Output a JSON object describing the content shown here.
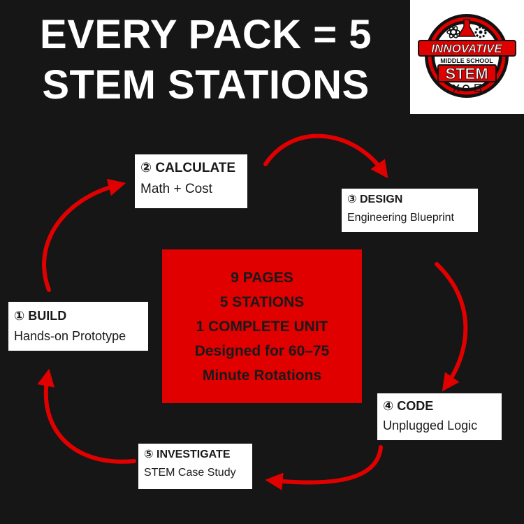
{
  "headline": {
    "line1": "EVERY PACK = 5",
    "line2": "STEM STATIONS"
  },
  "logo": {
    "brand_top": "INNOVATIVE",
    "brand_middle": "MIDDLE SCHOOL",
    "brand_bottom": "STEM"
  },
  "stations": [
    {
      "number": "①",
      "title": "BUILD",
      "subtitle": "Hands-on Prototype"
    },
    {
      "number": "②",
      "title": "CALCULATE",
      "subtitle": "Math + Cost"
    },
    {
      "number": "③",
      "title": "DESIGN",
      "subtitle": "Engineering Blueprint"
    },
    {
      "number": "④",
      "title": "CODE",
      "subtitle": "Unplugged Logic"
    },
    {
      "number": "⑤",
      "title": "INVESTIGATE",
      "subtitle": "STEM Case Study"
    }
  ],
  "center": {
    "line1": "9 PAGES",
    "line2": "5 STATIONS",
    "line3": "1 COMPLETE UNIT",
    "line4": "Designed for 60–75",
    "line5": "Minute Rotations"
  },
  "colors": {
    "background": "#161616",
    "accent": "#e00000",
    "card": "#ffffff",
    "text": "#1a1a1a"
  },
  "icons": [
    "cycle-arrow-icon",
    "atom-icon",
    "gear-icon",
    "flask-icon",
    "calculator-icon"
  ]
}
